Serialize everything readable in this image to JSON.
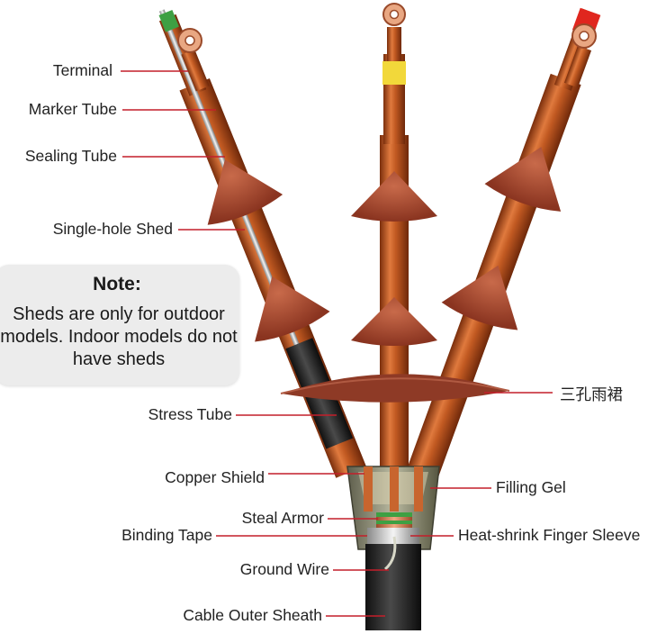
{
  "labels": {
    "terminal": "Terminal",
    "marker_tube": "Marker Tube",
    "sealing_tube": "Sealing Tube",
    "single_hole_shed": "Single-hole Shed",
    "stress_tube": "Stress Tube",
    "copper_shield": "Copper Shield",
    "steal_armor": "Steal Armor",
    "binding_tape": "Binding Tape",
    "ground_wire": "Ground Wire",
    "cable_outer_sheath": "Cable Outer Sheath",
    "three_hole_shed": "三孔雨裙",
    "filling_gel": "Filling Gel",
    "finger_sleeve": "Heat-shrink Finger Sleeve"
  },
  "note": {
    "title": "Note:",
    "body": "Sheds are only for outdoor models. Indoor models do not have sheds"
  },
  "colors": {
    "copper": "#b9541f",
    "shed": "#a0402a",
    "leader": "#c41e2a",
    "marker_green": "#3ea043",
    "marker_yellow": "#f2d83a",
    "marker_red": "#e0261e"
  }
}
